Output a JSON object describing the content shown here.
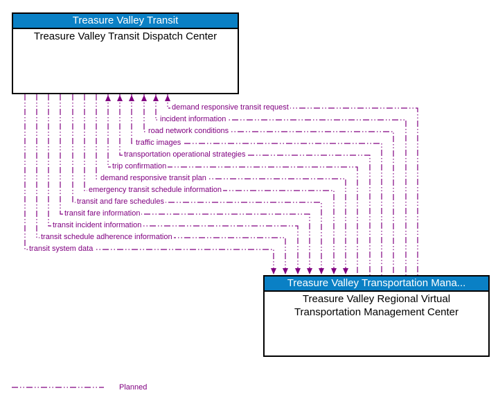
{
  "diagram": {
    "top_box": {
      "header": "Treasure Valley Transit",
      "body": "Treasure Valley Transit Dispatch Center"
    },
    "bottom_box": {
      "header": "Treasure Valley Transportation Mana...",
      "body": "Treasure Valley Regional Virtual Transportation Management Center"
    },
    "flows": [
      {
        "label": "demand responsive transit request",
        "direction": "to-dispatch"
      },
      {
        "label": "incident information",
        "direction": "to-dispatch"
      },
      {
        "label": "road network conditions",
        "direction": "to-dispatch"
      },
      {
        "label": "traffic images",
        "direction": "to-dispatch"
      },
      {
        "label": "transportation operational strategies",
        "direction": "to-dispatch"
      },
      {
        "label": "trip confirmation",
        "direction": "to-dispatch"
      },
      {
        "label": "demand responsive transit plan",
        "direction": "to-tmc"
      },
      {
        "label": "emergency transit schedule information",
        "direction": "to-tmc"
      },
      {
        "label": "transit and fare schedules",
        "direction": "to-tmc"
      },
      {
        "label": "transit fare information",
        "direction": "to-tmc"
      },
      {
        "label": "transit incident information",
        "direction": "to-tmc"
      },
      {
        "label": "transit schedule adherence information",
        "direction": "to-tmc"
      },
      {
        "label": "transit system data",
        "direction": "to-tmc"
      }
    ],
    "legend": {
      "label": "Planned",
      "line_style": "dash-dot-dot"
    },
    "colors": {
      "line": "#800080",
      "header_bg": "#0a80c5",
      "header_text": "#ffffff",
      "box_border": "#000000",
      "body_text": "#000000"
    }
  }
}
